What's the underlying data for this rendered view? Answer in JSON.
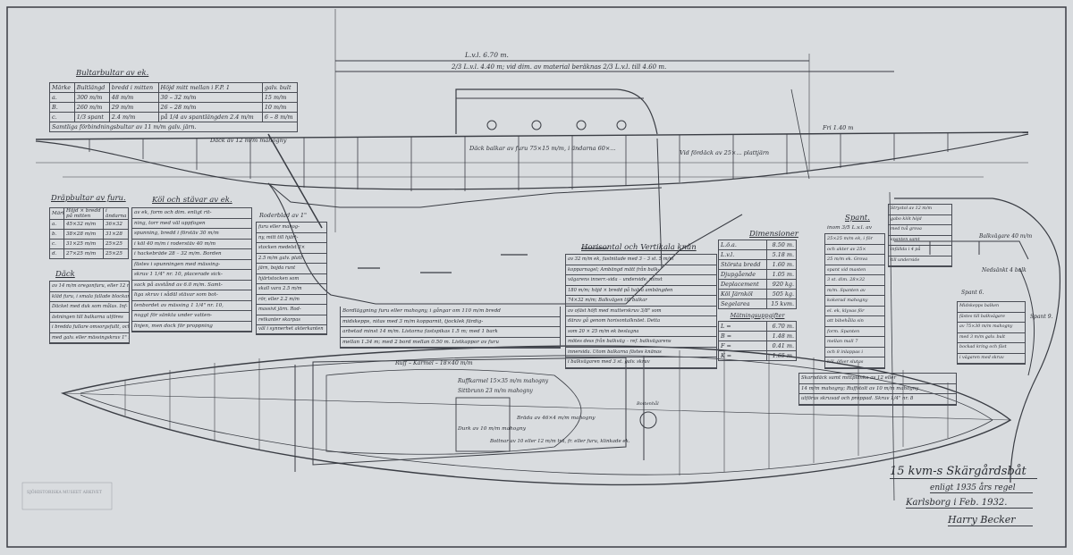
{
  "dimension_lines": {
    "top": "L.v.l. 6.70 m.",
    "second": "2/3 L.v.l. 4.40 m; vid dim. av material beräknas 2/3 L.v.l. till 4.60 m.",
    "deck_beam_note": "Däck balkar av furu 75×15 m/m, i ändarna 60×...",
    "mast_note": "Vid fördäck av 25×... plattjärn",
    "deck_label": "Däck av 12 m/m mahogny",
    "height_label": "Fri 1.40 m"
  },
  "bolt_table": {
    "title": "Bultarbultar av ek.",
    "headers": [
      "Märke",
      "Bultlängd",
      "bredd i mitten",
      "Höjd mitt mellan i F.P. 1",
      "galv. bult"
    ],
    "rows": [
      [
        "a.",
        "300 m/m",
        "48 m/m",
        "30 – 32 m/m",
        "15 m/m"
      ],
      [
        "B.",
        "260 m/m",
        "29 m/m",
        "26 – 28 m/m",
        "10 m/m"
      ],
      [
        "c.",
        "1/3 spant",
        "2.4 m/m",
        "på 1/4 av spantlängden 2.4 m/m",
        "6 – 8 m/m"
      ]
    ],
    "footer": "Samtliga förbindningsbultar av 11 m/m galv. järn."
  },
  "drop_table": {
    "title": "Dräpbultar av furu.",
    "headers": [
      "Märke",
      "Höjd × bredd på mitten",
      "i ändarna"
    ],
    "rows": [
      [
        "a.",
        "45×32 m/m",
        "36×32"
      ],
      [
        "b.",
        "38×28 m/m",
        "31×28"
      ],
      [
        "c.",
        "31×25 m/m",
        "25×25"
      ],
      [
        "d.",
        "27×25 m/m",
        "25×25"
      ]
    ],
    "deck_title": "Däck",
    "deck_lines": [
      "av 14 m/m oregonfuru, eller 12 m/m",
      "kläd furu, i smala fallade blockar.",
      "Däcket med duk som målas. Inf-",
      "ästningen till balkarna utföres",
      "i bredda fullare omsorgsfullt, och",
      "med galv. eller mässingskruv 1\" nr."
    ]
  },
  "keel_block": {
    "title": "Köl och stävar av ek.",
    "lines": [
      "av ek, form och dim. enligt rit-",
      "ning, torr med väl uppfogen",
      "spunning, bredd i förstäv 30 m/m",
      "i köl 40 m/m i roderstäv 40 m/m",
      "i hackebräde 28 – 32 m/m. Borden",
      "fästes i spunningen med mässing-",
      "skruv 1 1/4\" nr. 10, placerade sick-",
      "sack på avstånd av 6.0 m/m. Samt-",
      "liga skruv i sådäl stävar som bot-",
      "tenbordet av mässing 1 1/4\" nr. 10,",
      "noggt för sänkta under vatten-",
      "linjen, men dock för proppning"
    ]
  },
  "rudder_block": {
    "title": "Roderblad av 1\"",
    "lines": [
      "furu eller mahog-",
      "ny, mitt till hjärt-",
      "stocken medelst 3×",
      "2.5 m/m galv. platt-",
      "järn, bojda runt",
      "hjärtstocken som",
      "skall vara 2.5 m/m",
      "rör, eller 2.2 m/m",
      "massivt järn. Rod-",
      "retkanter skarpas",
      "väl i synnerhet akterkanten"
    ]
  },
  "planking_block": {
    "lines": [
      "Bordläggning furu eller mahogny, i gångar om 110 m/m bredd",
      "midskepps, nitas med 3 m/m kopparnit, tjocklek färdig-",
      "arbetad minst 14 m/m. Listorna fastspikas 1.5 m; med 1 bark",
      "mellan 1.34 m; med 2 bord mellan 0.50 m. Listkappor av furu"
    ]
  },
  "stringer_block": {
    "title": "Horisontal och Vertikala knän",
    "lines": [
      "av 32 m/m ek, fastnitade med 3 – 3 st. 5 m/m",
      "kopparnagel; Ambängd mätt från balk-",
      "vägarens innerr.-sida – underside, minst",
      "180 m/m; höjd × bredd på halva ambängden",
      "74×32 m/m; Balkvägen till balkar",
      "av ofäst höft med mutterskruv 3/8\" som",
      "därav gå genom horisontalknäet. Detta",
      "som 20 × 25 m/m ek beslagna",
      "mötes dess från balkväg – ref. balkvägarens",
      "innersida. Utom balkarna fästes knänas",
      "i balkvägaren med 3 st. galv. skruv"
    ]
  },
  "dimensions_table": {
    "title": "Dimensioner",
    "rows": [
      [
        "L.ö.a.",
        "8.50 m."
      ],
      [
        "L.v.l.",
        "5.18 m."
      ],
      [
        "Största bredd",
        "1.60 m."
      ],
      [
        "Djupgående",
        "1.05 m."
      ],
      [
        "Deplacement",
        "920 kg."
      ],
      [
        "Köl Järnköl",
        "505 kg."
      ],
      [
        "Segelarea",
        "15 kvm."
      ]
    ],
    "measure_title": "Mätningsuppgifter",
    "measure_rows": [
      [
        "L =",
        "6.70 m."
      ],
      [
        "B =",
        "1.48 m."
      ],
      [
        "F =",
        "0.41 m."
      ],
      [
        "K =",
        "1.65 m."
      ]
    ]
  },
  "frames_block": {
    "title": "Spant.",
    "subtitle": "inom 3/5 L.v.l. av",
    "lines": [
      "25×25 m/m ek, i för",
      "och akter av 25×",
      "25 m/m ek. Grova",
      "spant vid masten",
      "3 st. dim. 28×32",
      "m/m. Spanten av",
      "kokerad mahogny",
      "el. ek, klyvas för",
      "att bibehålla sin",
      "form. Spanten",
      "mellan mall 7",
      "och 8 inlappas i",
      "köl, öfver slutas"
    ]
  },
  "deck_block": {
    "lines": [
      "Skarndäck samt mittplanka av 12 eller",
      "14 m/m mahogny; Ruffstolt av 10 m/m mahogny",
      "utföras skruvad och proppad. Skruv 1/4\" nr. 8"
    ]
  },
  "right_block": {
    "lines": [
      "Strystol av 12 m/m",
      "gabo klöt höjd",
      "med två grova",
      "spanten samt",
      "infällda i 4 på",
      "till underside"
    ],
    "lower_lines": [
      "Midskepps balken",
      "fästes till balkvägare",
      "av 75×30 m/m mahogny",
      "med 3 m/m galv. bult",
      "bockad kring och fäst",
      "i vägaren med skruv"
    ],
    "section_labels": [
      "Balkvägare 40 m/m",
      "Nedsänkt 4 balk",
      "Spant 6.",
      "Spant 9."
    ]
  },
  "plan_labels": {
    "ruff": "Ruff – Karmel – 18×40 m/m",
    "cockpit1": "Ruffkarmel 15×35 m/m mahogny",
    "cockpit2": "Sittbrunn 23 m/m mahogny",
    "side": "Bräda av 46×4 m/m mahogny",
    "bench": "Durk av 10 m/m mahogny",
    "floor": "Bottnar av 10 eller 12 m/m trä, fr. eller furu, klinkade ek.",
    "tank": "Bottenhål"
  },
  "title_block": {
    "line1": "15 kvm-s Skärgårdsbåt",
    "line2": "enligt 1935 års regel",
    "line3": "Karlsborg i Feb. 1932.",
    "signature": "Harry Becker"
  },
  "stamp": {
    "text": "SJÖHISTORISKA MUSEET ARKIVET"
  },
  "colors": {
    "paper": "#d9dcdf",
    "ink": "#2b2e35"
  }
}
